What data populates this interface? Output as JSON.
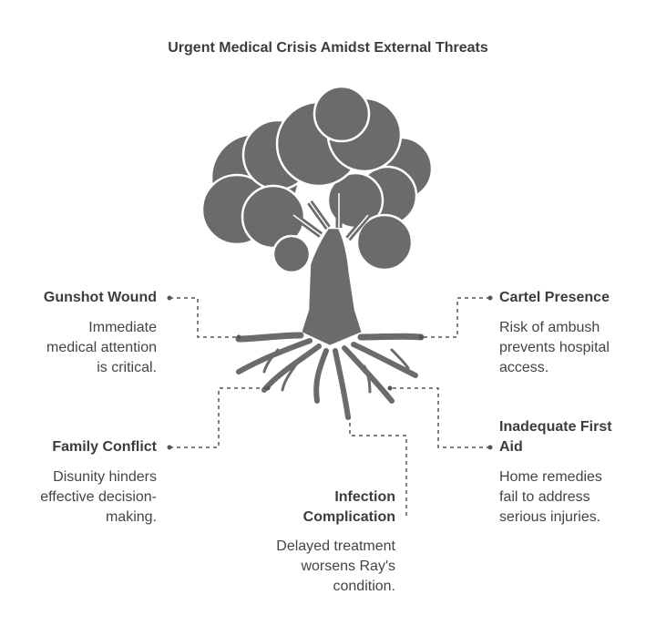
{
  "title": "Urgent Medical Crisis Amidst External Threats",
  "items": [
    {
      "label": "Gunshot Wound",
      "desc": "Immediate medical attention is critical.",
      "desc_lines": [
        "Immediate",
        "medical attention",
        "is critical."
      ]
    },
    {
      "label": "Cartel Presence",
      "desc": "Risk of ambush prevents hospital access.",
      "desc_lines": [
        "Risk of ambush",
        "prevents hospital",
        "access."
      ]
    },
    {
      "label": "Family Conflict",
      "desc": "Disunity hinders effective decision-making.",
      "desc_lines": [
        "Disunity hinders",
        "effective decision-",
        "making."
      ]
    },
    {
      "label": "Inadequate First Aid",
      "label_lines": [
        "Inadequate First",
        "Aid"
      ],
      "desc": "Home remedies fail to address serious injuries.",
      "desc_lines": [
        "Home remedies",
        "fail to address",
        "serious injuries."
      ]
    },
    {
      "label": "Infection Complication",
      "label_lines": [
        "Infection",
        "Complication"
      ],
      "desc": "Delayed treatment worsens Ray's condition.",
      "desc_lines": [
        "Delayed treatment",
        "worsens Ray's",
        "condition."
      ]
    }
  ],
  "colors": {
    "tree": "#6b6b6b",
    "text": "#3c3c3c",
    "connector": "#555555"
  }
}
